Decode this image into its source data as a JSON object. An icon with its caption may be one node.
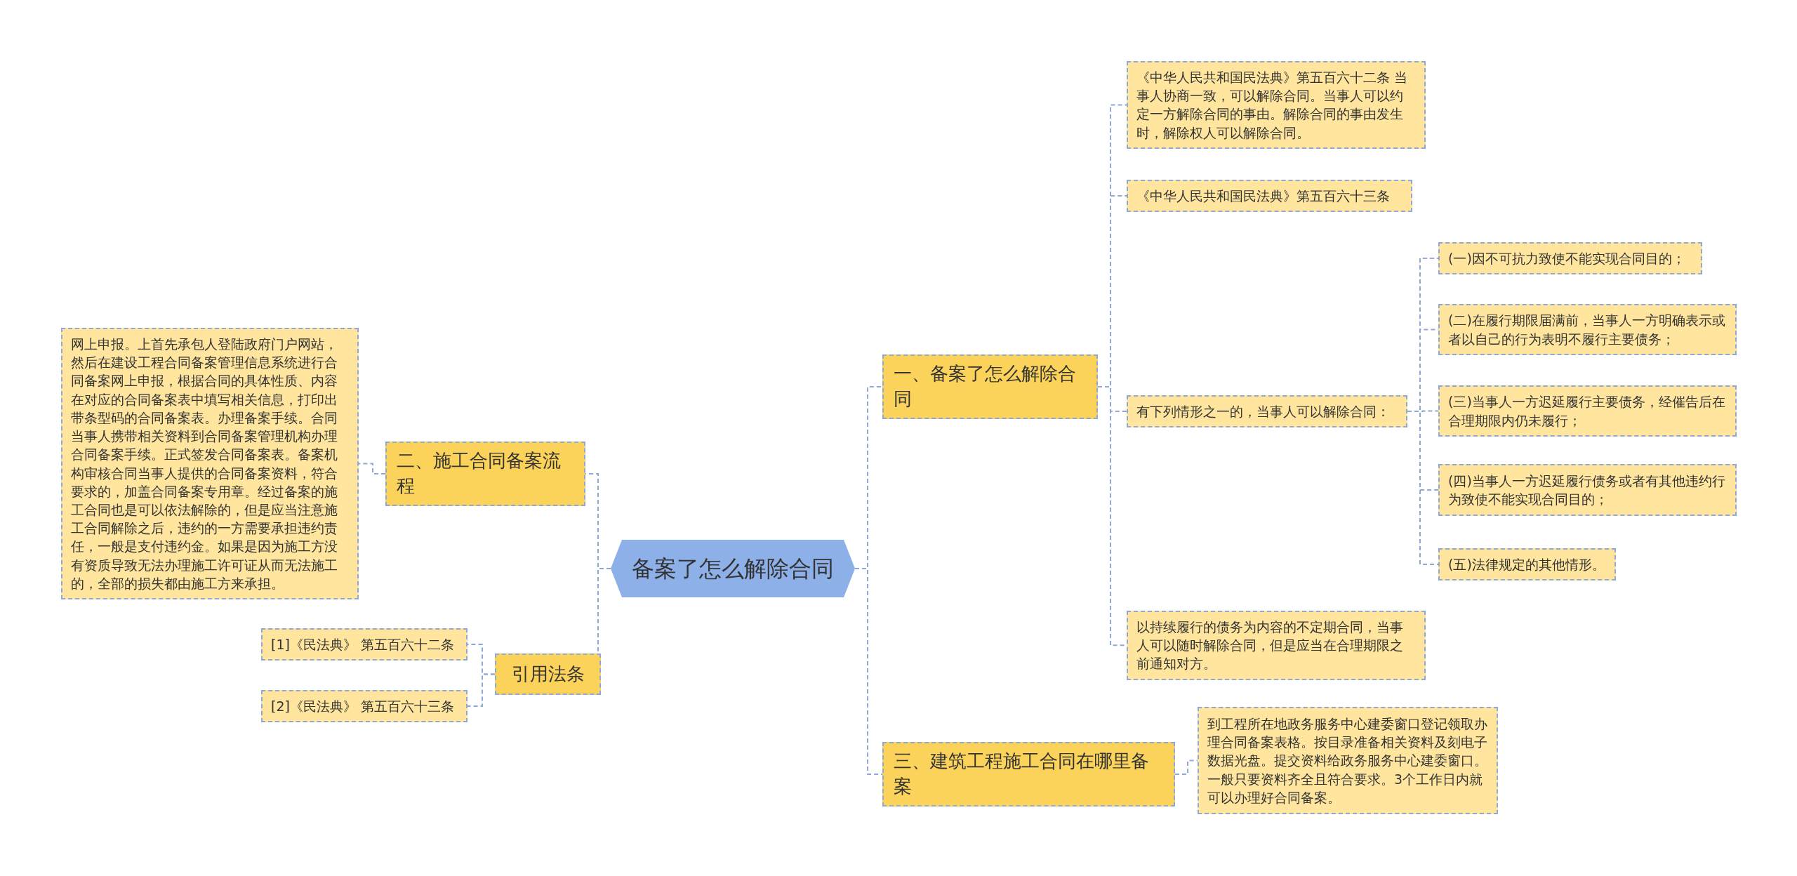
{
  "diagram": {
    "nodes": [
      {
        "text": [
          "备案了怎么解除合同"
        ]
      },
      {
        "text": [
          "一、备案了怎么解除合同"
        ]
      },
      {
        "text": [
          "《中华人民共和国民法典》第五百六十二条 当事人协商一致，可以解除合同。当事人可以约定一方解除合同的事由。解除合同的事由发生时，解除权人可以解除合同。"
        ]
      },
      {
        "text": [
          "《中华人民共和国民法典》第五百六十三条"
        ]
      },
      {
        "text": [
          "有下列情形之一的，当事人可以解除合同："
        ]
      },
      {
        "text": [
          "(一)因不可抗力致使不能实现合同目的；"
        ]
      },
      {
        "text": [
          "(二)在履行期限届满前，当事人一方明确表示或者以自己的行为表明不履行主要债务；"
        ]
      },
      {
        "text": [
          "(三)当事人一方迟延履行主要债务，经催告后在合理期限内仍未履行；"
        ]
      },
      {
        "text": [
          "(四)当事人一方迟延履行债务或者有其他违约行为致使不能实现合同目的；"
        ]
      },
      {
        "text": [
          "(五)法律规定的其他情形。"
        ]
      },
      {
        "text": [
          "以持续履行的债务为内容的不定期合同，当事人可以随时解除合同，但是应当在合理期限之前通知对方。"
        ]
      },
      {
        "text": [
          "三、建筑工程施工合同在哪里备案"
        ]
      },
      {
        "text": [
          "到工程所在地政务服务中心建委窗口登记领取办理合同备案表格。按目录准备相关资料及刻电子数据光盘。提交资料给政务服务中心建委窗口。一般只要资料齐全且符合要求。3个工作日内就可以办理好合同备案。"
        ]
      },
      {
        "text": [
          "二、施工合同备案流程"
        ]
      },
      {
        "text": [
          "网上申报。上首先承包人登陆政府门户网站，然后在建设工程合同备案管理信息系统进行合同备案网上申报，根据合同的具体性质、内容在对应的合同备案表中填写相关信息，打印出带条型码的合同备案表。办理备案手续。合同当事人携带相关资料到合同备案管理机构办理合同备案手续。正式签发合同备案表。备案机构审核合同当事人提供的合同备案资料，符合要求的，加盖合同备案专用章。经过备案的施工合同也是可以依法解除的，但是应当注意施工合同解除之后，违约的一方需要承担违约责任，一般是支付违约金。如果是因为施工方没有资质导致无法办理施工许可证从而无法施工的，全部的损失都由施工方来承担。"
        ]
      },
      {
        "text": [
          "引用法条"
        ]
      },
      {
        "text": [
          "[1]《民法典》 第五百六十二条"
        ]
      },
      {
        "text": [
          "[2]《民法典》 第五百六十三条"
        ]
      }
    ],
    "edges": [
      {
        "from": 0,
        "to": 1,
        "arrow": "none"
      },
      {
        "from": 1,
        "to": 2,
        "arrow": "none"
      },
      {
        "from": 1,
        "to": 3,
        "arrow": "none"
      },
      {
        "from": 1,
        "to": 4,
        "arrow": "none"
      },
      {
        "from": 4,
        "to": 5,
        "arrow": "none"
      },
      {
        "from": 4,
        "to": 6,
        "arrow": "none"
      },
      {
        "from": 4,
        "to": 7,
        "arrow": "none"
      },
      {
        "from": 4,
        "to": 8,
        "arrow": "none"
      },
      {
        "from": 4,
        "to": 9,
        "arrow": "none"
      },
      {
        "from": 1,
        "to": 10,
        "arrow": "none"
      },
      {
        "from": 0,
        "to": 11,
        "arrow": "none"
      },
      {
        "from": 11,
        "to": 12,
        "arrow": "none"
      },
      {
        "from": 0,
        "to": 13,
        "arrow": "none"
      },
      {
        "from": 13,
        "to": 14,
        "arrow": "none"
      },
      {
        "from": 0,
        "to": 15,
        "arrow": "none"
      },
      {
        "from": 15,
        "to": 16,
        "arrow": "none"
      },
      {
        "from": 15,
        "to": 17,
        "arrow": "none"
      }
    ]
  }
}
